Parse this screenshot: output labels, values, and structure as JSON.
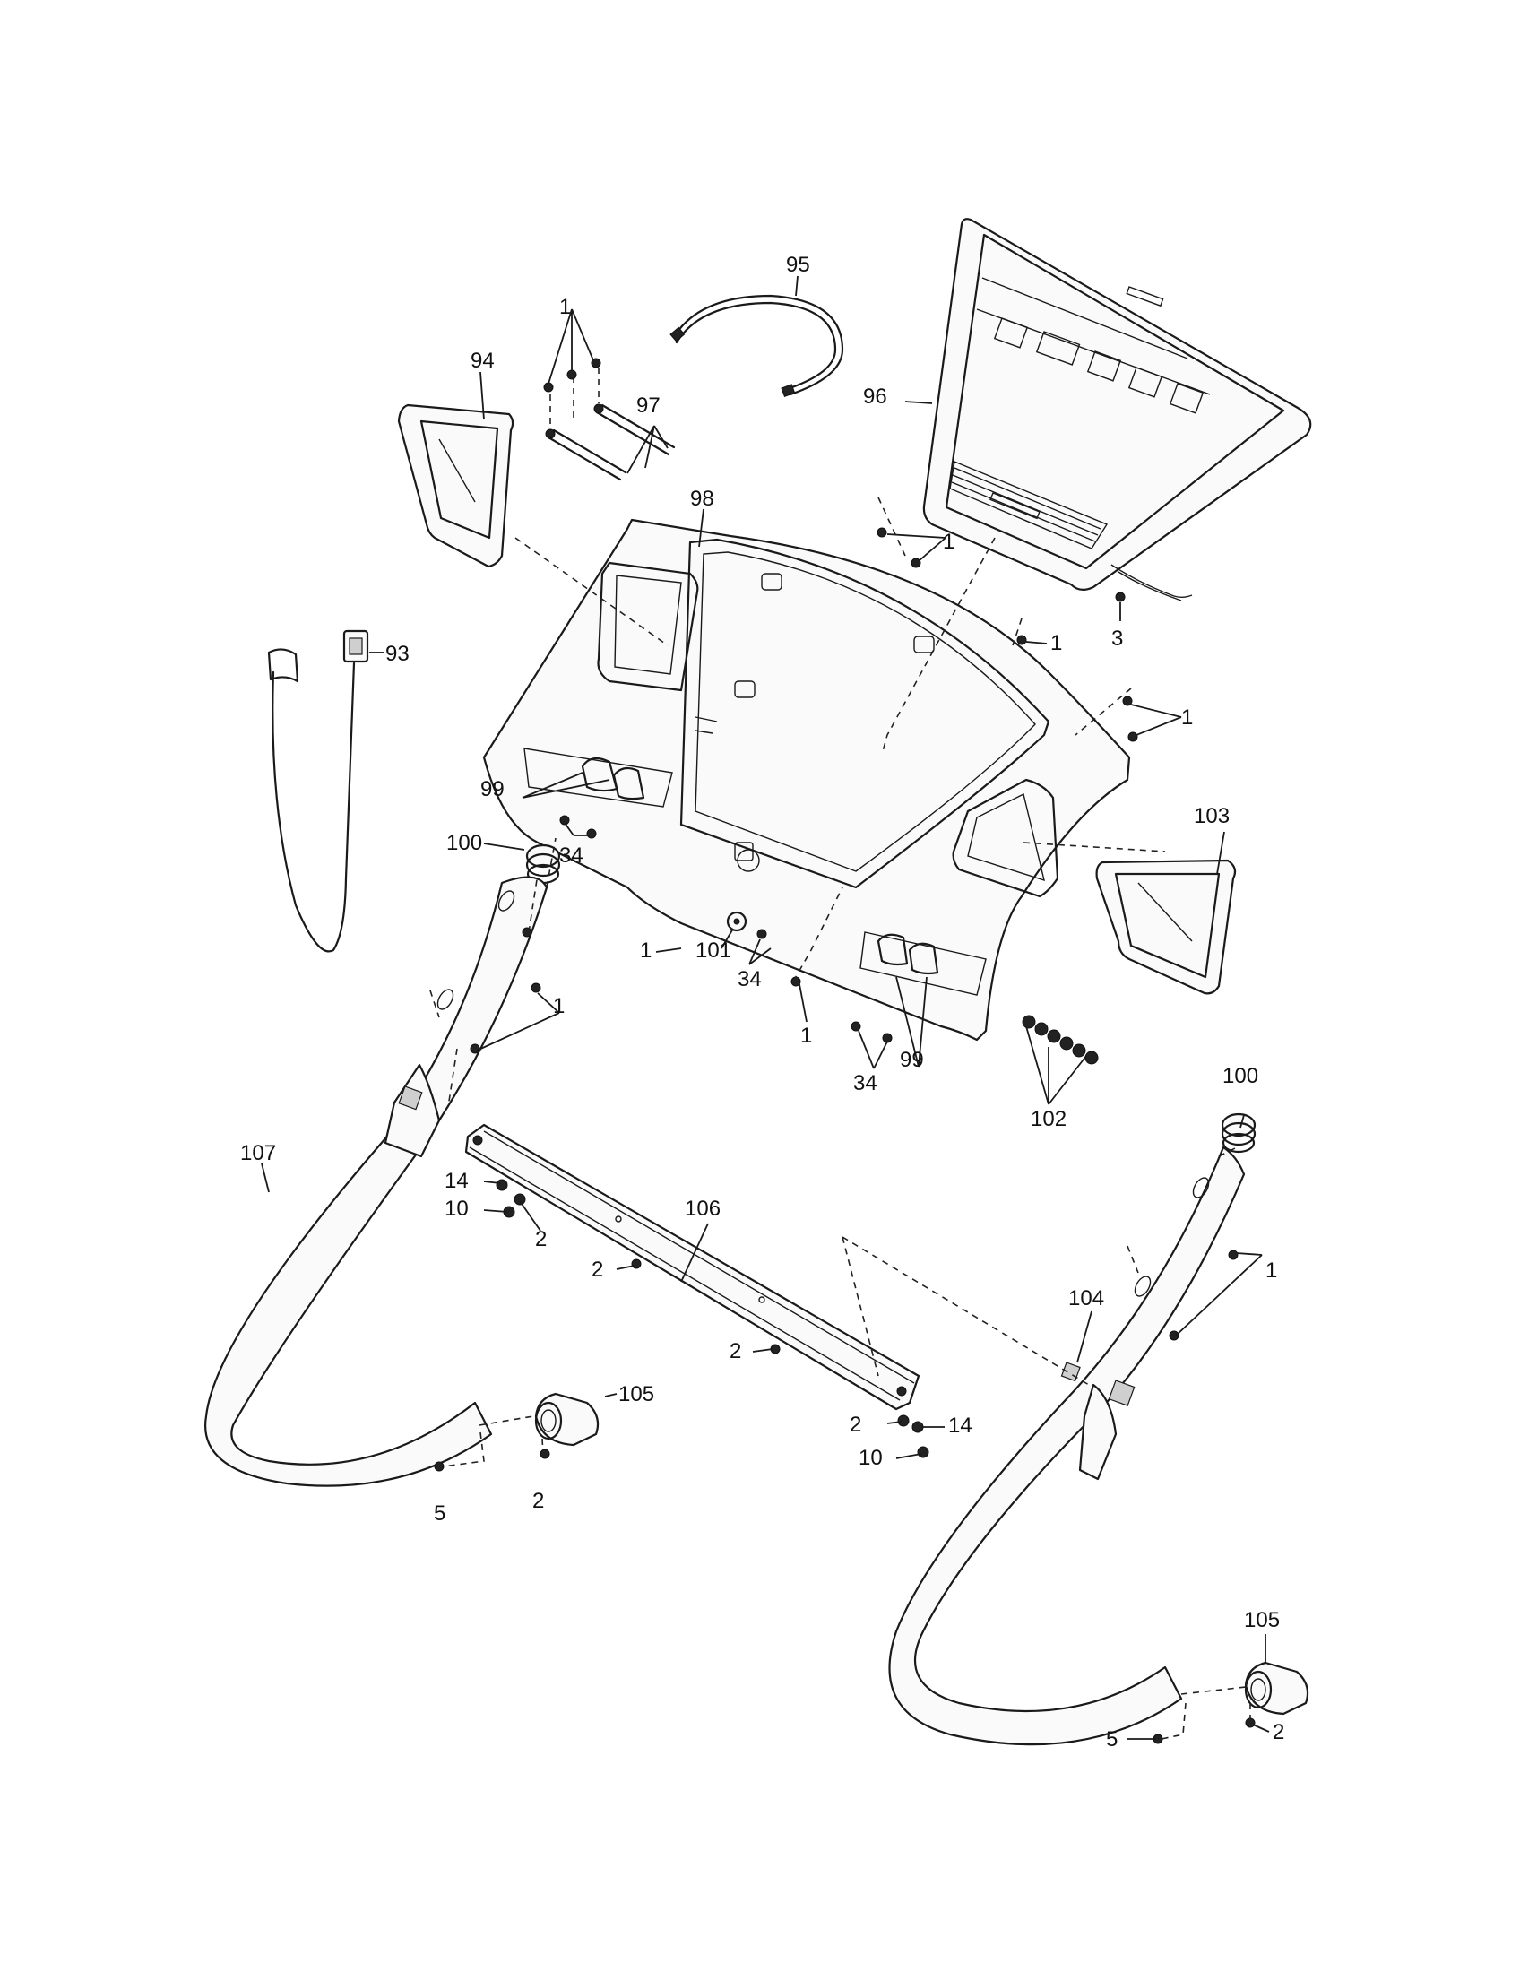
{
  "callouts": {
    "c95": "95",
    "c1a": "1",
    "c94": "94",
    "c97": "97",
    "c96": "96",
    "c98": "98",
    "c1b": "1",
    "c1c": "1",
    "c3": "3",
    "c1d": "1",
    "c93": "93",
    "c99a": "99",
    "c100a": "100",
    "c34a": "34",
    "c103": "103",
    "c1e": "1",
    "c101": "101",
    "c34b": "34",
    "c1f": "1",
    "c1g": "1",
    "c34c": "34",
    "c99b": "99",
    "c102": "102",
    "c100b": "100",
    "c107": "107",
    "c14a": "14",
    "c10a": "10",
    "c2a": "2",
    "c106": "106",
    "c2b": "2",
    "c1h": "1",
    "c104": "104",
    "c2c": "2",
    "c105a": "105",
    "c2d": "2",
    "c14b": "14",
    "c10b": "10",
    "c5a": "5",
    "c2e": "2",
    "c105b": "105",
    "c5b": "5",
    "c2f": "2"
  }
}
